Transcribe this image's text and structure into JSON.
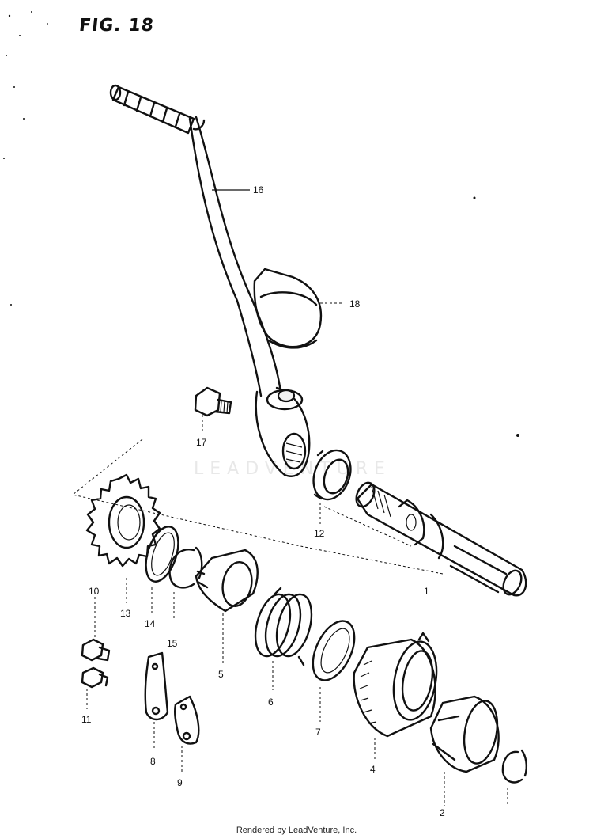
{
  "title": "FIG. 18",
  "watermark": "LEADVENTURE",
  "footer": "Rendered by LeadVenture, Inc.",
  "callouts": [
    {
      "id": "16"
    },
    {
      "id": "18"
    },
    {
      "id": "17"
    },
    {
      "id": "12"
    },
    {
      "id": "1"
    },
    {
      "id": "10"
    },
    {
      "id": "13"
    },
    {
      "id": "14"
    },
    {
      "id": "15"
    },
    {
      "id": "5"
    },
    {
      "id": "11"
    },
    {
      "id": "6"
    },
    {
      "id": "7"
    },
    {
      "id": "8"
    },
    {
      "id": "9"
    },
    {
      "id": "4"
    },
    {
      "id": "2"
    }
  ],
  "labels": {
    "p16": "16",
    "p18": "18",
    "p17": "17",
    "p12": "12",
    "p1": "1",
    "p10": "10",
    "p13": "13",
    "p14": "14",
    "p15": "15",
    "p5": "5",
    "p11": "11",
    "p6": "6",
    "p7": "7",
    "p8": "8",
    "p9": "9",
    "p4": "4",
    "p2": "2"
  }
}
